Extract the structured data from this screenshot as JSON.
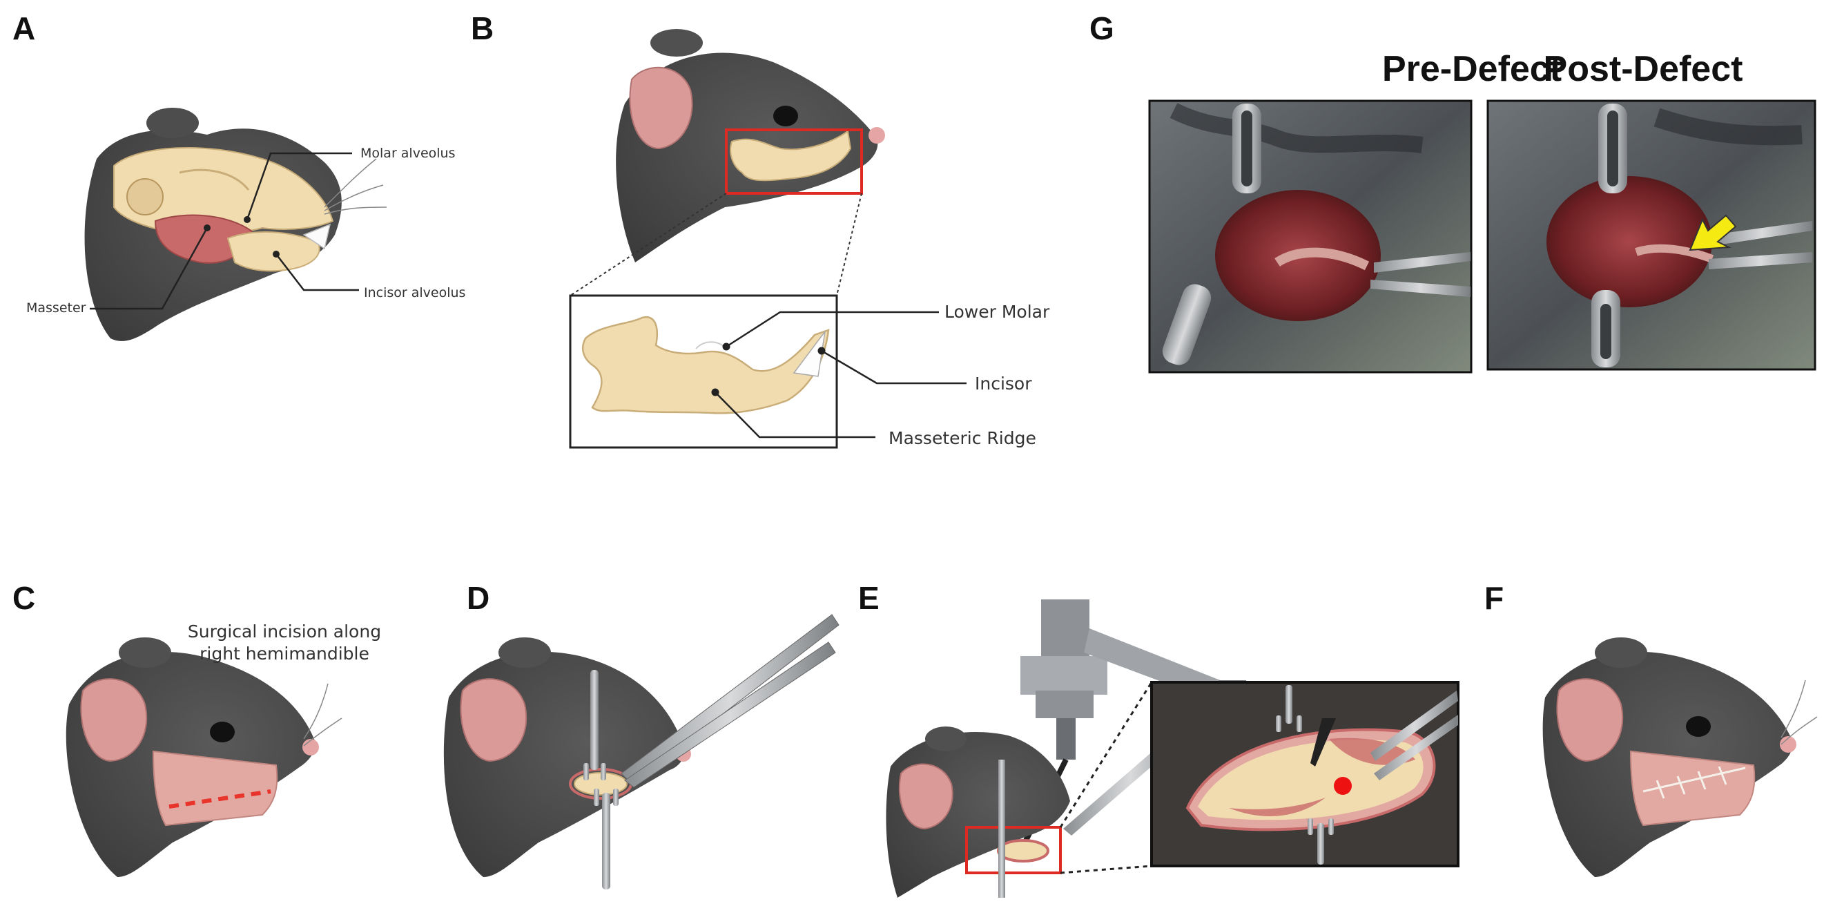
{
  "panels": {
    "a": {
      "letter": "A",
      "labels": {
        "molar_alveolus": "Molar alveolus",
        "incisor_alveolus": "Incisor alveolus",
        "masseter": "Masseter"
      }
    },
    "b": {
      "letter": "B",
      "labels": {
        "lower_molar": "Lower Molar",
        "incisor": "Incisor",
        "masseteric_ridge": "Masseteric Ridge"
      }
    },
    "c": {
      "letter": "C",
      "caption_line1": "Surgical incision along",
      "caption_line2": "right hemimandible"
    },
    "d": {
      "letter": "D"
    },
    "e": {
      "letter": "E"
    },
    "f": {
      "letter": "F"
    },
    "g": {
      "letter": "G",
      "pre_title": "Pre-Defect",
      "post_title": "Post-Defect"
    }
  },
  "colors": {
    "fur": "#4a4a4a",
    "fur_light": "#6b6b6b",
    "ear": "#d99a98",
    "bone": "#f1dcb0",
    "bone_shade": "#dcc28c",
    "muscle": "#c96a6a",
    "skin_patch": "#e2a8a2",
    "highlight_box": "#dd2a22",
    "arrow": "#f6ea13",
    "tissue": "#7a2424"
  }
}
